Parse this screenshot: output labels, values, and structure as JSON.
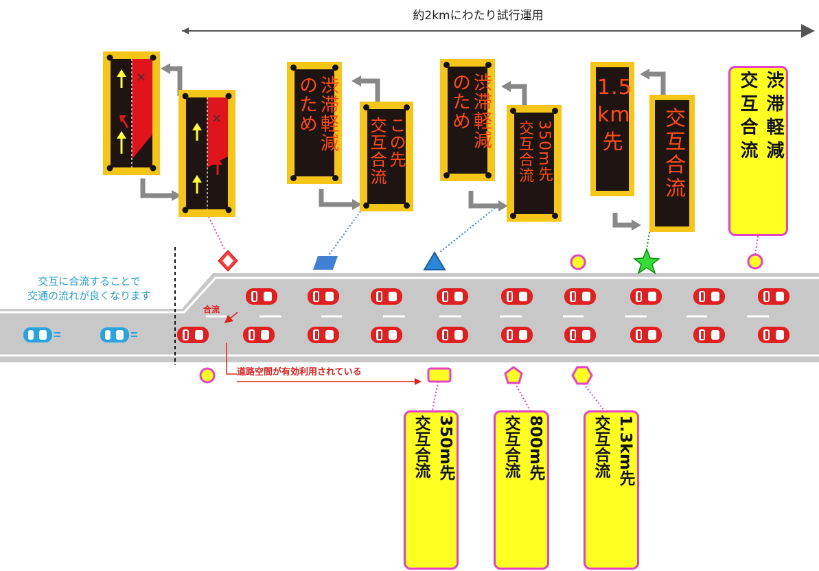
{
  "header": {
    "span_label": "約2kmにわたり試行運用"
  },
  "road": {
    "left_note_lines": [
      "交互に合流することで",
      "交通の流れが良くなります"
    ],
    "merge_label": "合流",
    "space_note": "道路空間が有効利用されている"
  },
  "vms": {
    "sign2_front": "渋滞軽減\nのため",
    "sign2_back": "この先\n交互合流",
    "sign3_front": "渋滞軽減\nのため",
    "sign3_back": "350m先\n交互合流",
    "sign4_front": "1.5\nkm\n先",
    "sign4_back": "交互合流"
  },
  "panels": {
    "top_right": "渋滞軽減\n交互合流",
    "p350": "350m先\n交互合流",
    "p800": "800m先\n交互合流",
    "p13": "1.3km先\n交互合流"
  },
  "colors": {
    "accent_red": "#e02020",
    "panel_yellow": "#ffff22",
    "panel_border": "#e83fc8",
    "sign_yellow": "#f5c518",
    "car_blue": "#2aa4e0",
    "road_gray": "#c8c8c8"
  }
}
